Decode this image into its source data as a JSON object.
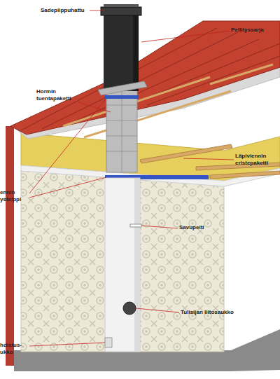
{
  "diagram": {
    "labels": [
      "Sadepiippuhattu",
      "Pellityssarja",
      "Hormin tuentapaketti",
      "Läpiviennin eristepaketti",
      "ennin ysteippi",
      "Savupelti",
      "Tulisijan liitosaukko",
      "hdistus- ukko"
    ]
  }
}
